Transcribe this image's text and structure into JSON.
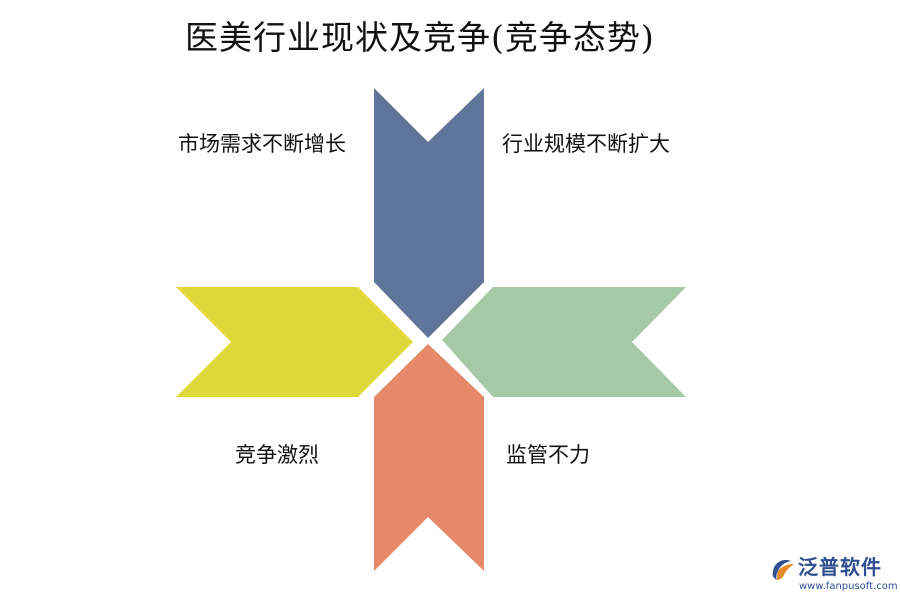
{
  "title": "医美行业现状及竞争(竞争态势)",
  "quadrants": {
    "top_left": "市场需求不断增长",
    "top_right": "行业规模不断扩大",
    "bottom_left": "竞争激烈",
    "bottom_right": "监管不力"
  },
  "colors": {
    "arrow_top": "#5f7599",
    "arrow_right": "#a5c9a6",
    "arrow_bottom": "#e6896b",
    "arrow_left": "#e0d838"
  },
  "logo": {
    "name": "泛普软件",
    "url": "www.fanpusoft.com"
  }
}
